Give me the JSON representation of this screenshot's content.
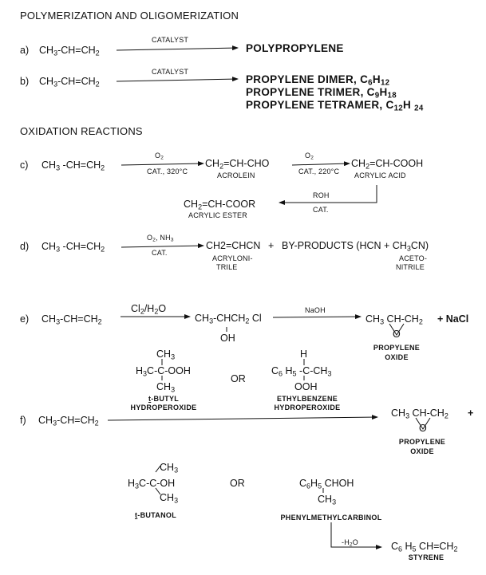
{
  "sections": {
    "polymerization": "POLYMERIZATION AND OLIGOMERIZATION",
    "oxidation": "OXIDATION REACTIONS"
  },
  "labels": {
    "a": "a)",
    "b": "b)",
    "c": "c)",
    "d": "d)",
    "e": "e)",
    "f": "f)"
  },
  "propylene": "CH3-CH=CH2",
  "catalyst": "CATALYST",
  "r_a": {
    "product": "POLYPROPYLENE"
  },
  "r_b": {
    "dimer": "PROPYLENE DIMER, C6H12",
    "trimer": "PROPYLENE TRIMER, C9H18",
    "tetramer": "PROPYLENE TETRAMER, C12H 24"
  },
  "r_c": {
    "o2_1": "O2",
    "cat_1": "CAT., 320°C",
    "acrolein": "CH2=CH-CHO",
    "acrolein_name": "ACROLEIN",
    "o2_2": "O2",
    "cat_2": "CAT., 220°C",
    "acrylic_acid": "CH2=CH-COOH",
    "acrylic_acid_name": "ACRYLIC ACID",
    "roh": "ROH",
    "cat_3": "CAT.",
    "ester": "CH2=CH-COOR",
    "ester_name": "ACRYLIC ESTER"
  },
  "r_d": {
    "reagents": "O2, NH3",
    "cat": "CAT.",
    "acrylonitrile": "CH2=CHCN",
    "acrylonitrile_name_1": "ACRYLONI-",
    "acrylonitrile_name_2": "TRILE",
    "plus": "+",
    "byproducts": "BY-PRODUCTS (HCN + CH3CN)",
    "aceto_1": "ACETO-",
    "aceto_2": "NITRILE"
  },
  "r_e": {
    "reagent": "Cl2/H2O",
    "chlorohydrin": "CH3-CHCH2 Cl",
    "oh": "OH",
    "naoh": "NaOH",
    "epoxide": "CH3 CH-CH2",
    "epoxide_o": "O",
    "plus_nacl": "+ NaCl",
    "product_name_1": "PROPYLENE",
    "product_name_2": "OXIDE"
  },
  "r_f": {
    "tbhp": {
      "top": "CH3",
      "mid": "H3C-C-OOH",
      "bottom": "CH3",
      "name_1": "t-BUTYL",
      "name_2": "HYDROPEROXIDE"
    },
    "or": "OR",
    "ebhp": {
      "top": "H",
      "mid": "C6 H5 -C-CH3",
      "bottom": "OOH",
      "name_1": "ETHYLBENZENE",
      "name_2": "HYDROPEROXIDE"
    },
    "epoxide": "CH3 CH-CH2",
    "epoxide_o": "O",
    "plus": "+",
    "product_name_1": "PROPYLENE",
    "product_name_2": "OXIDE",
    "tbuoh": {
      "top": "CH3",
      "mid": "H3C-C-OH",
      "bottom": "CH3",
      "name": "t-BUTANOL"
    },
    "or2": "OR",
    "pmc": {
      "mid": "C6H5 CHOH",
      "bottom": "CH3",
      "name": "PHENYLMETHYLCARBINOL"
    },
    "water": "-H2O",
    "styrene": "C6 H5 CH=CH2",
    "styrene_name": "STYRENE"
  }
}
